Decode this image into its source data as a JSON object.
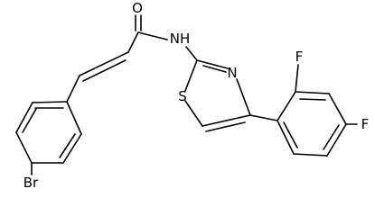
{
  "molecule": {
    "atoms": {
      "oxygen": "O",
      "amide_nh": "NH",
      "thiazole_n": "N",
      "thiazole_s": "S",
      "fluorine_ortho": "F",
      "fluorine_para": "F",
      "bromine": "Br"
    }
  }
}
